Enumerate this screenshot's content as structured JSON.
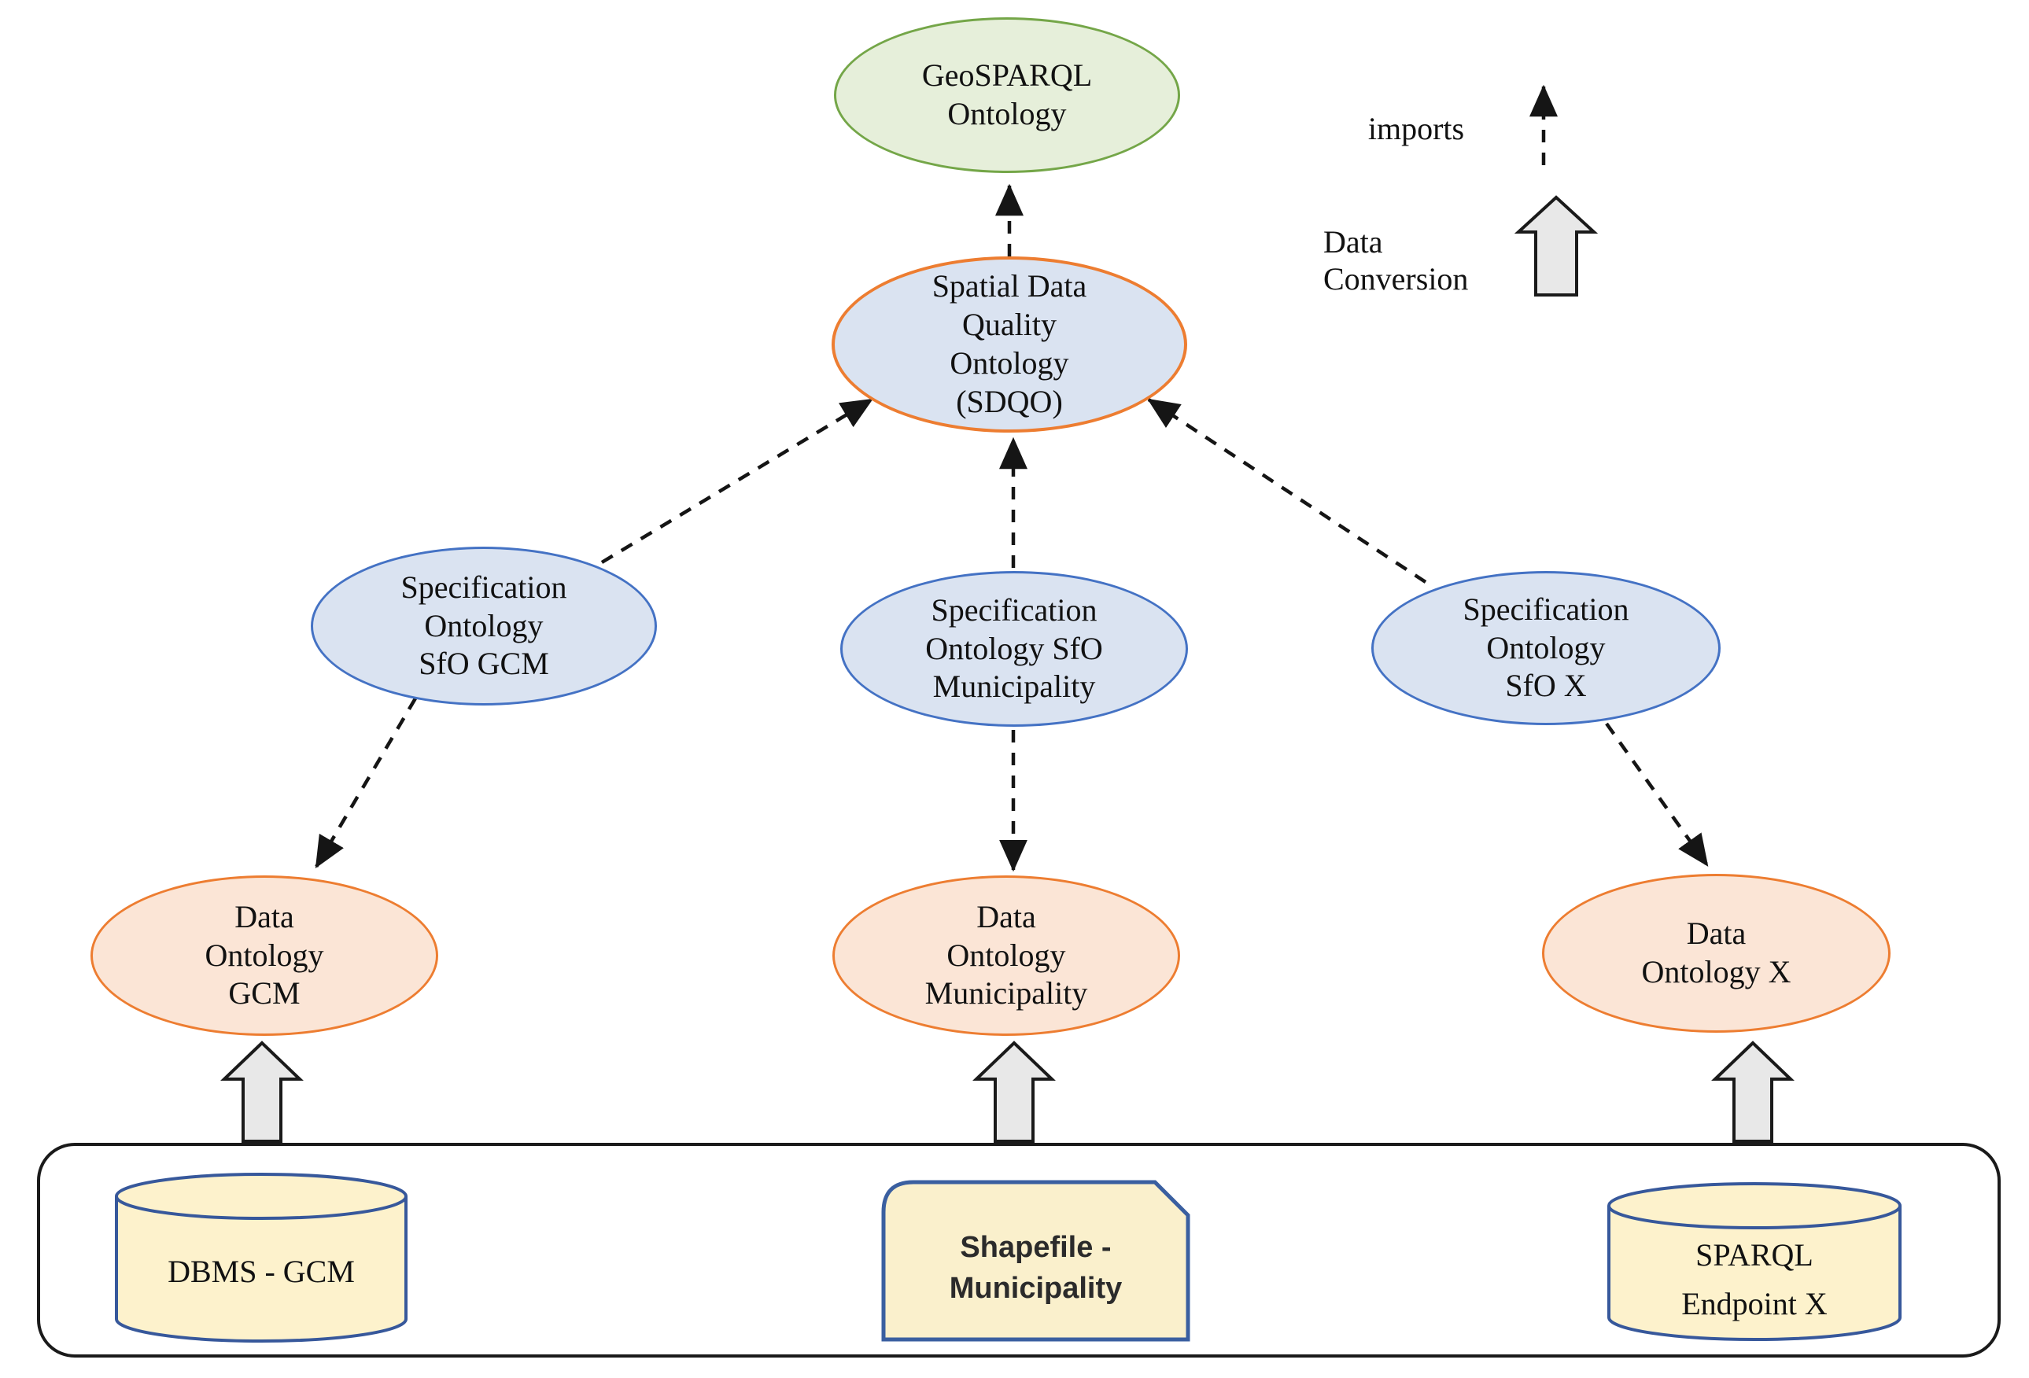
{
  "nodes": {
    "geosparql": {
      "label": "GeoSPARQL\nOntology",
      "fill": "#e6efda",
      "border": "#74a648"
    },
    "sdqo": {
      "label": "Spatial Data\nQuality\nOntology\n(SDQO)",
      "fill": "#dae3f1",
      "border": "#ed7d31"
    },
    "sfo_gcm": {
      "label": "Specification\nOntology\nSfO GCM",
      "fill": "#dae3f1",
      "border": "#4472c4"
    },
    "sfo_municipality": {
      "label": "Specification\nOntology SfO\nMunicipality",
      "fill": "#dae3f1",
      "border": "#4472c4"
    },
    "sfo_x": {
      "label": "Specification\nOntology\nSfO X",
      "fill": "#dae3f1",
      "border": "#4472c4"
    },
    "data_gcm": {
      "label": "Data\nOntology\nGCM",
      "fill": "#fbe5d6",
      "border": "#ed7d31"
    },
    "data_municipality": {
      "label": "Data\nOntology\nMunicipality",
      "fill": "#fbe5d6",
      "border": "#ed7d31"
    },
    "data_x": {
      "label": "Data\nOntology X",
      "fill": "#fbe5d6",
      "border": "#ed7d31"
    },
    "dbms": {
      "label": "DBMS - GCM",
      "fill": "#fdf2cc",
      "border": "#37589b"
    },
    "shapefile": {
      "label": "Shapefile -\nMunicipality",
      "fill": "#faf0cc",
      "border": "#3a5fa0"
    },
    "sparql_endpoint": {
      "label": "SPARQL\nEndpoint X",
      "fill": "#fdf2cc",
      "border": "#37589b"
    }
  },
  "legend": {
    "imports": "imports",
    "data_conversion": "Data\nConversion"
  },
  "edges": [
    {
      "from": "Spatial Data Quality Ontology (SDQO)",
      "to": "GeoSPARQL Ontology",
      "type": "imports"
    },
    {
      "from": "Specification Ontology SfO GCM",
      "to": "Spatial Data Quality Ontology (SDQO)",
      "type": "imports"
    },
    {
      "from": "Specification Ontology SfO Municipality",
      "to": "Spatial Data Quality Ontology (SDQO)",
      "type": "imports"
    },
    {
      "from": "Specification Ontology SfO X",
      "to": "Spatial Data Quality Ontology (SDQO)",
      "type": "imports"
    },
    {
      "from": "Specification Ontology SfO GCM",
      "to": "Data Ontology GCM",
      "type": "imports"
    },
    {
      "from": "Specification Ontology SfO Municipality",
      "to": "Data Ontology Municipality",
      "type": "imports"
    },
    {
      "from": "Specification Ontology SfO X",
      "to": "Data Ontology X",
      "type": "imports"
    },
    {
      "from": "DBMS - GCM",
      "to": "Data Ontology GCM",
      "type": "data-conversion"
    },
    {
      "from": "Shapefile - Municipality",
      "to": "Data Ontology Municipality",
      "type": "data-conversion"
    },
    {
      "from": "SPARQL Endpoint X",
      "to": "Data Ontology X",
      "type": "data-conversion"
    }
  ],
  "colors": {
    "edge_line": "#151515",
    "block_arrow_fill": "#e8e8e8",
    "block_arrow_border": "#1a1a1a",
    "container_border": "#1a1a1a",
    "green_fill": "#e6efda",
    "green_border": "#74a648",
    "blue_fill": "#dae3f1",
    "blue_border": "#4472c4",
    "orange_border": "#ed7d31",
    "peach_fill": "#fbe5d6",
    "cream_fill": "#fdf2cc",
    "cylinder_border": "#37589b"
  }
}
